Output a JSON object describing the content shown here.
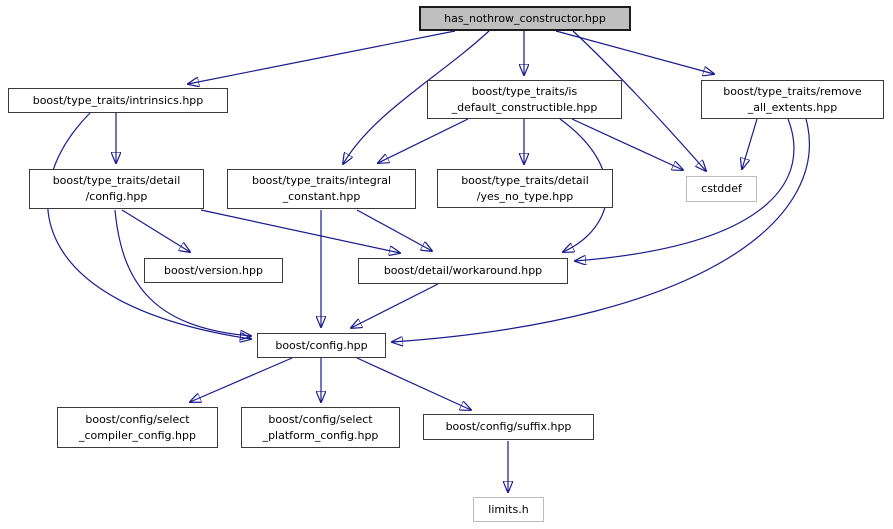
{
  "colors": {
    "edge": "#1a1a8f",
    "focus_node_fill": "#bfbfbf",
    "node_border": "#3a3a3a",
    "external_node_border": "#bdbdbd",
    "background": "#ffffff"
  },
  "graph": {
    "type": "include-dependency-graph",
    "nodes": [
      {
        "id": "has_nothrow_constructor",
        "label": "has_nothrow_constructor.hpp",
        "type": "focus"
      },
      {
        "id": "intrinsics",
        "label": "boost/type_traits/intrinsics.hpp",
        "type": "header"
      },
      {
        "id": "is_default_constructible",
        "label": "boost/type_traits/is\n_default_constructible.hpp",
        "type": "header"
      },
      {
        "id": "remove_all_extents",
        "label": "boost/type_traits/remove\n_all_extents.hpp",
        "type": "header"
      },
      {
        "id": "detail_config",
        "label": "boost/type_traits/detail\n/config.hpp",
        "type": "header"
      },
      {
        "id": "integral_constant",
        "label": "boost/type_traits/integral\n_constant.hpp",
        "type": "header"
      },
      {
        "id": "yes_no_type",
        "label": "boost/type_traits/detail\n/yes_no_type.hpp",
        "type": "header"
      },
      {
        "id": "cstddef",
        "label": "cstddef",
        "type": "system"
      },
      {
        "id": "version",
        "label": "boost/version.hpp",
        "type": "header"
      },
      {
        "id": "workaround",
        "label": "boost/detail/workaround.hpp",
        "type": "header"
      },
      {
        "id": "config",
        "label": "boost/config.hpp",
        "type": "header"
      },
      {
        "id": "select_compiler_config",
        "label": "boost/config/select\n_compiler_config.hpp",
        "type": "header"
      },
      {
        "id": "select_platform_config",
        "label": "boost/config/select\n_platform_config.hpp",
        "type": "header"
      },
      {
        "id": "suffix",
        "label": "boost/config/suffix.hpp",
        "type": "header"
      },
      {
        "id": "limits",
        "label": "limits.h",
        "type": "system"
      }
    ],
    "edges": [
      {
        "from": "has_nothrow_constructor",
        "to": "intrinsics"
      },
      {
        "from": "has_nothrow_constructor",
        "to": "integral_constant"
      },
      {
        "from": "has_nothrow_constructor",
        "to": "is_default_constructible"
      },
      {
        "from": "has_nothrow_constructor",
        "to": "remove_all_extents"
      },
      {
        "from": "has_nothrow_constructor",
        "to": "cstddef"
      },
      {
        "from": "is_default_constructible",
        "to": "integral_constant"
      },
      {
        "from": "is_default_constructible",
        "to": "yes_no_type"
      },
      {
        "from": "is_default_constructible",
        "to": "cstddef"
      },
      {
        "from": "is_default_constructible",
        "to": "workaround"
      },
      {
        "from": "remove_all_extents",
        "to": "cstddef"
      },
      {
        "from": "remove_all_extents",
        "to": "workaround"
      },
      {
        "from": "remove_all_extents",
        "to": "config"
      },
      {
        "from": "intrinsics",
        "to": "detail_config"
      },
      {
        "from": "intrinsics",
        "to": "config"
      },
      {
        "from": "detail_config",
        "to": "version"
      },
      {
        "from": "detail_config",
        "to": "workaround"
      },
      {
        "from": "detail_config",
        "to": "config"
      },
      {
        "from": "integral_constant",
        "to": "workaround"
      },
      {
        "from": "integral_constant",
        "to": "config"
      },
      {
        "from": "workaround",
        "to": "config"
      },
      {
        "from": "config",
        "to": "select_compiler_config"
      },
      {
        "from": "config",
        "to": "select_platform_config"
      },
      {
        "from": "config",
        "to": "suffix"
      },
      {
        "from": "suffix",
        "to": "limits"
      }
    ]
  }
}
